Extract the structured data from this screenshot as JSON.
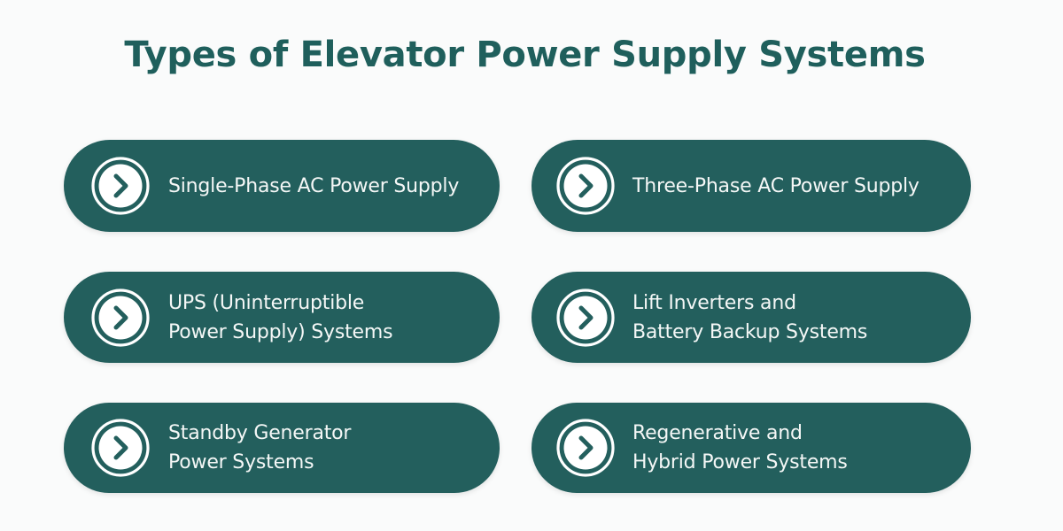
{
  "title": "Types of Elevator Power Supply Systems",
  "colors": {
    "background": "#fafbfb",
    "title": "#1f5f5c",
    "pill": "#235f5d",
    "pill_text": "#f4f7f6",
    "icon_fill": "#ffffff",
    "icon_chevron": "#235f5d"
  },
  "items": [
    {
      "icon": "chevron-right-circle-icon",
      "lines": [
        "Single-Phase AC Power Supply"
      ]
    },
    {
      "icon": "chevron-right-circle-icon",
      "lines": [
        "Three-Phase AC Power Supply"
      ]
    },
    {
      "icon": "chevron-right-circle-icon",
      "lines": [
        "UPS (Uninterruptible",
        "Power Supply) Systems"
      ]
    },
    {
      "icon": "chevron-right-circle-icon",
      "lines": [
        "Lift Inverters and",
        "Battery Backup Systems"
      ]
    },
    {
      "icon": "chevron-right-circle-icon",
      "lines": [
        "Standby Generator",
        "Power Systems"
      ]
    },
    {
      "icon": "chevron-right-circle-icon",
      "lines": [
        "Regenerative and",
        "Hybrid Power Systems"
      ]
    }
  ]
}
